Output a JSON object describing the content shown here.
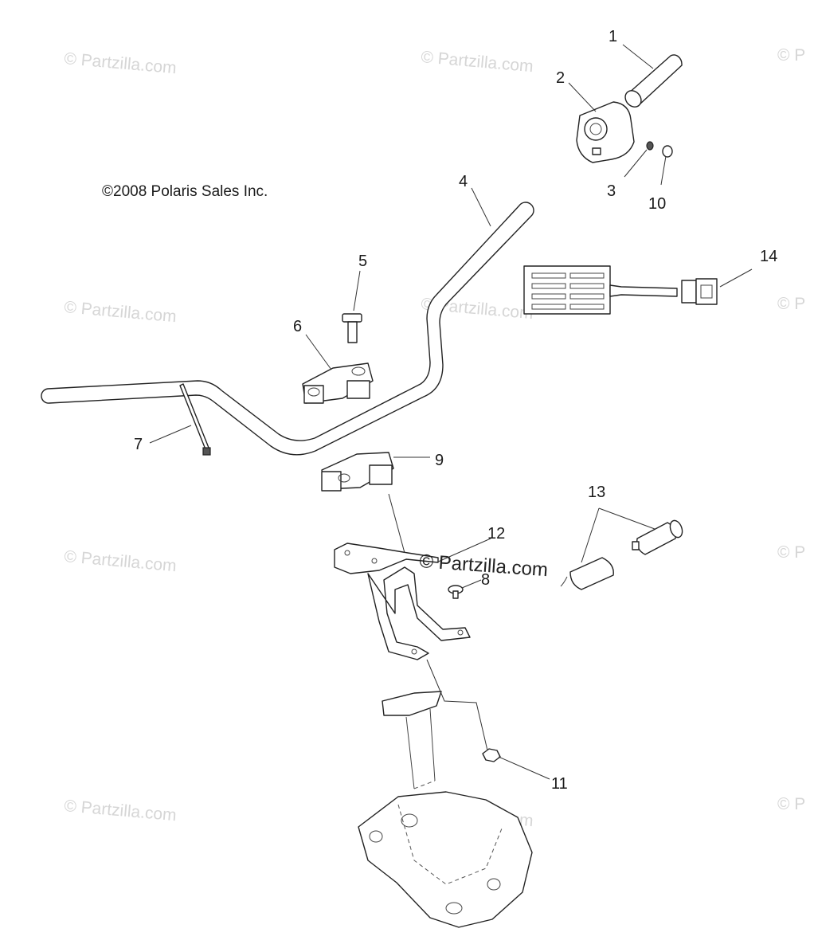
{
  "copyright": "©2008 Polaris Sales Inc.",
  "watermark_text": "© Partzilla.com",
  "watermark_center_text": "© Partzilla.com",
  "watermark_partial_text": "© P",
  "callouts": [
    {
      "id": "1",
      "label": "1"
    },
    {
      "id": "2",
      "label": "2"
    },
    {
      "id": "3",
      "label": "3"
    },
    {
      "id": "4",
      "label": "4"
    },
    {
      "id": "5",
      "label": "5"
    },
    {
      "id": "6",
      "label": "6"
    },
    {
      "id": "7",
      "label": "7"
    },
    {
      "id": "8",
      "label": "8"
    },
    {
      "id": "9",
      "label": "9"
    },
    {
      "id": "10",
      "label": "10"
    },
    {
      "id": "11",
      "label": "11"
    },
    {
      "id": "12",
      "label": "12"
    },
    {
      "id": "13",
      "label": "13"
    },
    {
      "id": "14",
      "label": "14"
    }
  ],
  "colors": {
    "line": "#222222",
    "watermark": "#d6d6d6",
    "background": "#ffffff"
  }
}
